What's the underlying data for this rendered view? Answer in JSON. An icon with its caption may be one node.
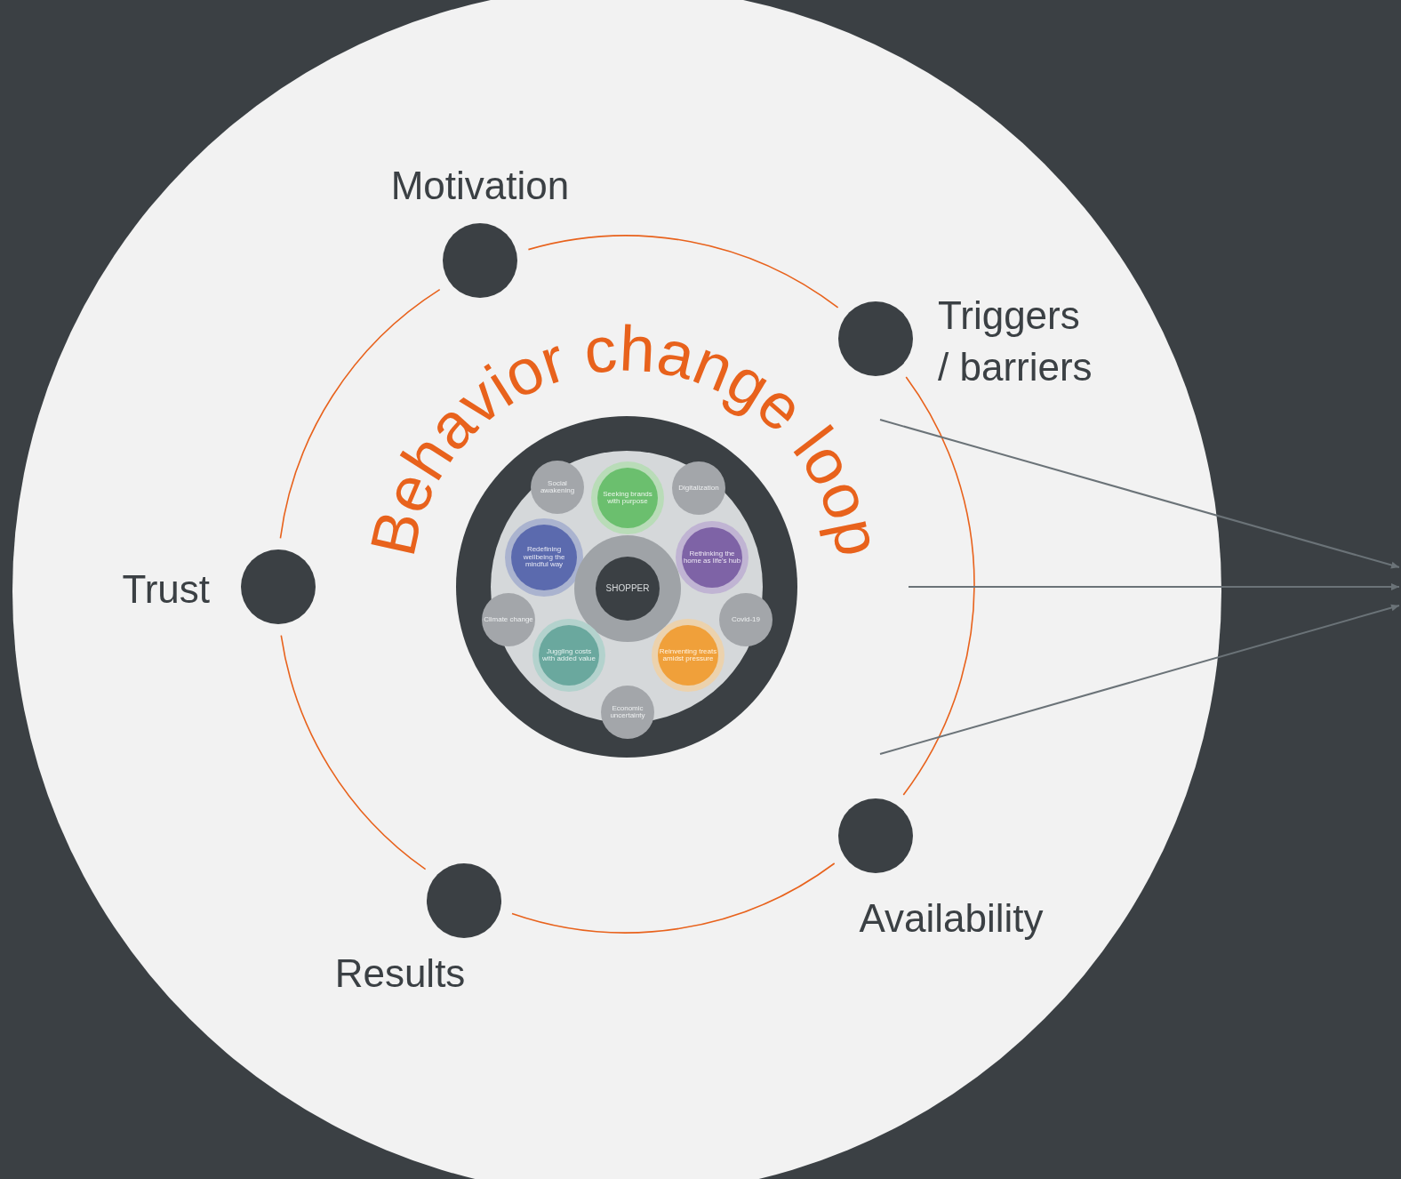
{
  "diagram": {
    "title": "Behavior change loop",
    "nodes": [
      {
        "text": [],
        "shape": "circle",
        "beside": [
          "Motivation"
        ]
      },
      {
        "text": [],
        "shape": "circle",
        "beside": [
          "Triggers / barriers"
        ]
      },
      {
        "text": [],
        "shape": "circle",
        "beside": [
          "Trust"
        ]
      },
      {
        "text": [],
        "shape": "circle",
        "beside": [
          "Results"
        ]
      },
      {
        "text": [],
        "shape": "circle",
        "beside": [
          "Availability"
        ]
      },
      {
        "text": [],
        "shape": "circle"
      },
      {
        "text": [
          "Social awakening"
        ],
        "in": 5
      },
      {
        "text": [
          "Seeking brands with purpose"
        ],
        "in": 5
      },
      {
        "text": [
          "Digitalization"
        ],
        "in": 5
      },
      {
        "text": [
          "Redefining wellbeing the mindful way"
        ],
        "in": 5
      },
      {
        "text": [
          "Rethinking the home as life's hub"
        ],
        "in": 5
      },
      {
        "text": [
          "SHOPPER"
        ],
        "in": 5
      },
      {
        "text": [
          "Climate change"
        ],
        "in": 5
      },
      {
        "text": [
          "Covid-19"
        ],
        "in": 5
      },
      {
        "text": [
          "Juggling costs with added value"
        ],
        "in": 5
      },
      {
        "text": [
          "Reinventing treats amidst pressure"
        ],
        "in": 5
      },
      {
        "text": [
          "Economic uncertainty"
        ],
        "in": 5
      }
    ],
    "edges": [
      {
        "from": 0,
        "to": 1,
        "arrow": "none"
      },
      {
        "from": 1,
        "to": 4,
        "arrow": "none"
      },
      {
        "from": 4,
        "to": 3,
        "arrow": "none"
      },
      {
        "from": 3,
        "to": 2,
        "arrow": "none"
      },
      {
        "from": 2,
        "to": 0,
        "arrow": "none"
      }
    ]
  }
}
